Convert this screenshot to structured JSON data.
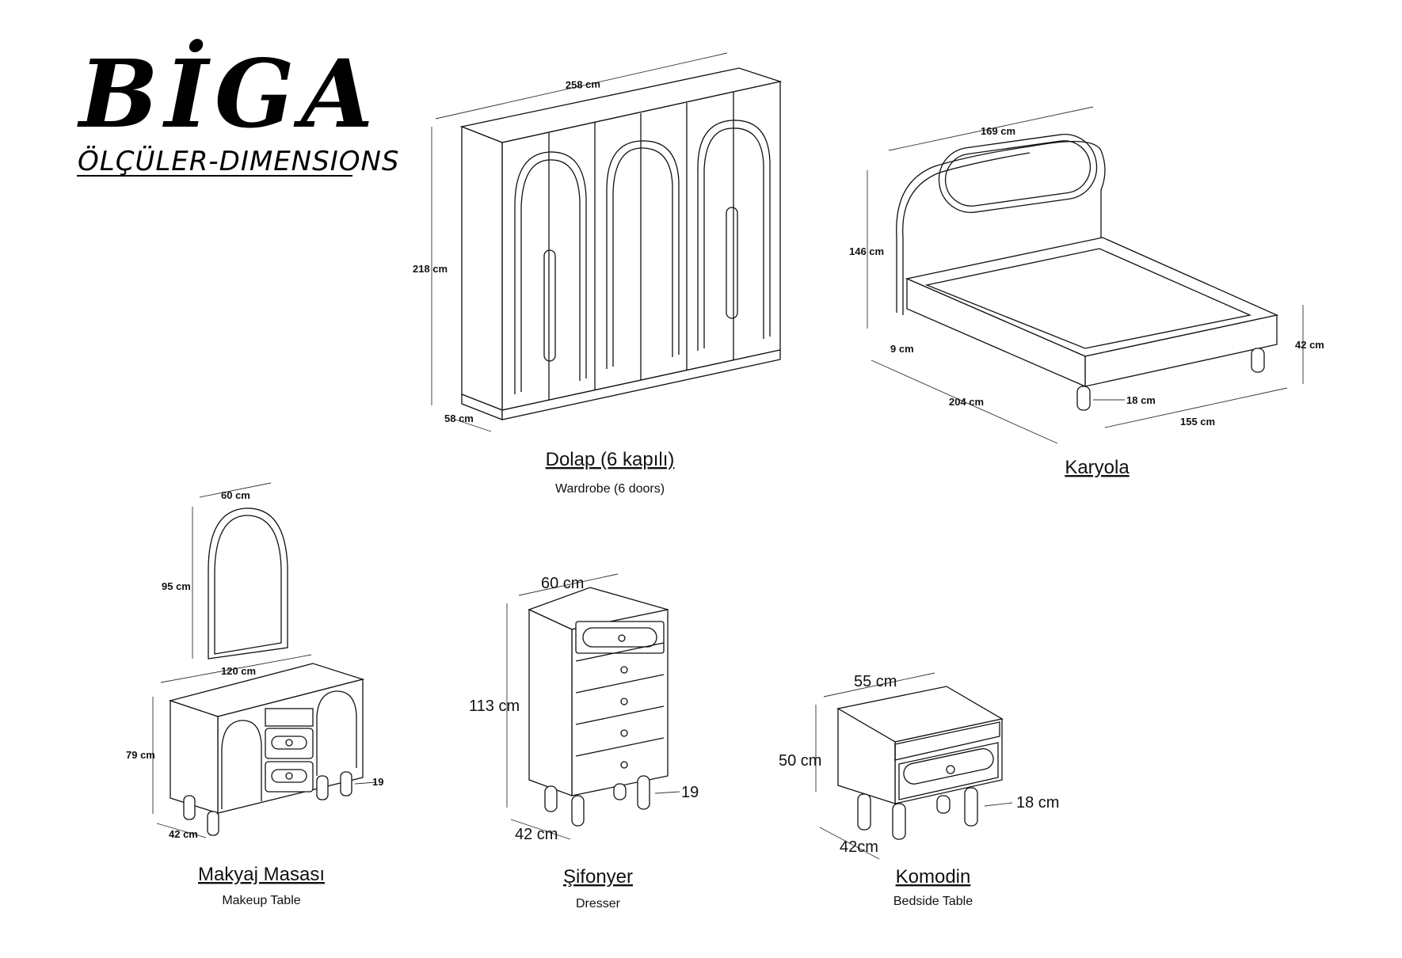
{
  "brand": {
    "name": "BİGA",
    "subtitle": "ÖLÇÜLER-DIMENSIONS"
  },
  "wardrobe": {
    "title": "Dolap (6 kapılı)",
    "subtitle": "Wardrobe (6 doors)",
    "dims": {
      "width": "258 cm",
      "height": "218 cm",
      "depth": "58 cm"
    }
  },
  "bed": {
    "title": "Karyola",
    "dims": {
      "head_width": "169 cm",
      "height": "146 cm",
      "length": "204 cm",
      "width": "155 cm",
      "leg": "18 cm",
      "frame_height": "42 cm",
      "head_thickness": "9 cm"
    }
  },
  "makeup": {
    "title": "Makyaj Masası",
    "subtitle": "Makeup Table",
    "dims": {
      "mirror_width": "60 cm",
      "mirror_height": "95 cm",
      "width": "120 cm",
      "height": "79 cm",
      "depth": "42 cm",
      "leg": "19"
    }
  },
  "dresser": {
    "title": "Şifonyer",
    "subtitle": "Dresser",
    "dims": {
      "width": "60 cm",
      "height": "113 cm",
      "depth": "42 cm",
      "leg": "19"
    }
  },
  "nightstand": {
    "title": "Komodin",
    "subtitle": "Bedside Table",
    "dims": {
      "width": "55 cm",
      "height": "50 cm",
      "depth": "42cm",
      "leg": "18 cm"
    }
  }
}
